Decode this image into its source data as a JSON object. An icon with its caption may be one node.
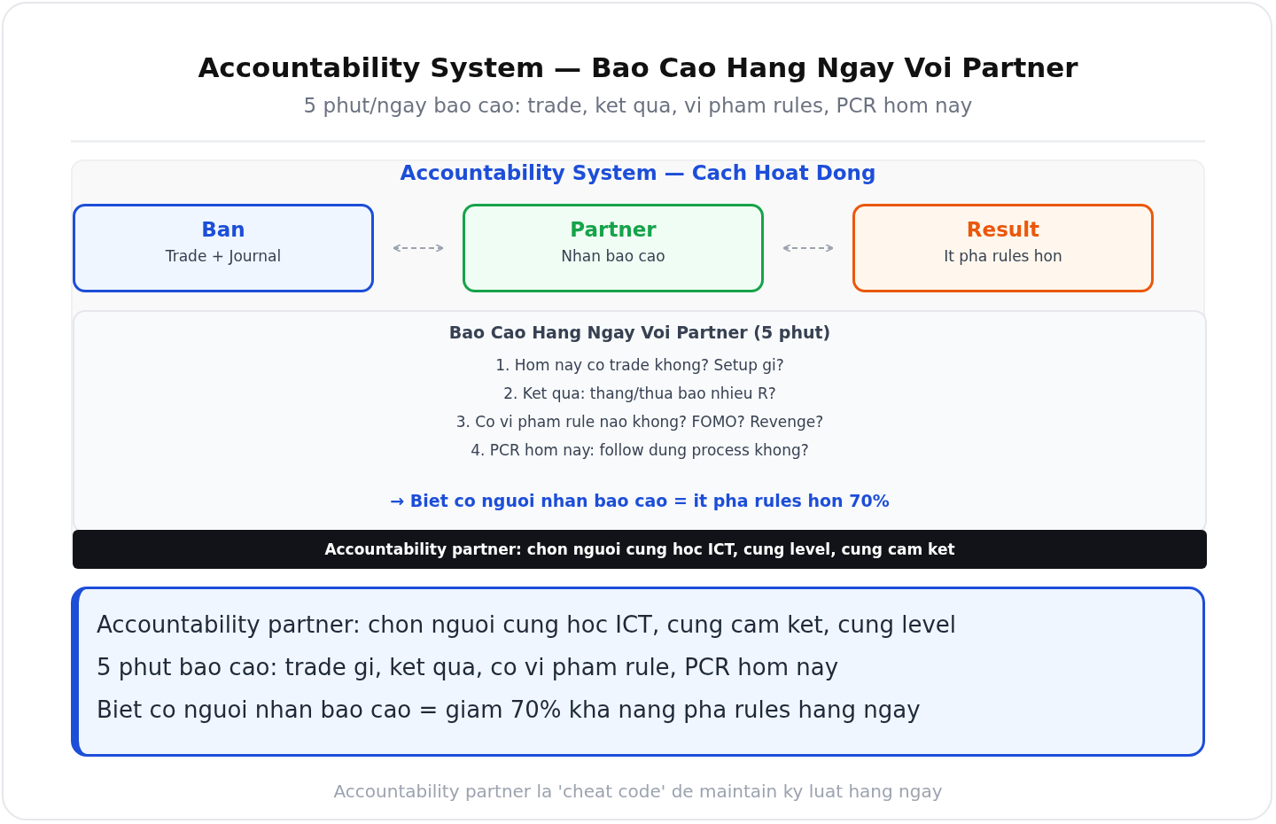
{
  "diagram": {
    "title": "Accountability System — Bao Cao Hang Ngay Voi Partner",
    "caption": "Accountability partner la 'cheat code' de maintain ky luat hang ngay",
    "nodes": [
      {
        "text": [
          "Accountability System — Cach Hoat Dong"
        ]
      },
      {
        "text": [
          "Ban",
          "Trade + Journal"
        ],
        "in": 0
      },
      {
        "text": [
          "Partner",
          "Nhan bao cao"
        ],
        "in": 0
      },
      {
        "text": [
          "Result",
          "It pha rules hon"
        ],
        "in": 0
      },
      {
        "text": [
          "Bao Cao Hang Ngay Voi Partner (5 phut)",
          "1. Hom nay co trade khong? Setup gi?",
          "2. Ket qua: thang/thua bao nhieu R?",
          "3. Co vi pham rule nao khong? FOMO? Revenge?",
          "4. PCR hom nay: follow dung process khong?",
          "→ Biet co nguoi nhan bao cao = it pha rules hon 70%"
        ],
        "in": 0
      },
      {
        "text": [
          "Accountability partner: chon nguoi cung hoc ICT, cung level, cung cam ket"
        ],
        "in": 0
      },
      {
        "text": [
          "Accountability partner: chon nguoi cung hoc ICT, cung cam ket, cung level",
          "5 phut bao cao: trade gi, ket qua, co vi pham rule, PCR hom nay",
          "Biet co nguoi nhan bao cao = giam 70% kha nang pha rules hang ngay"
        ]
      }
    ],
    "edges": [
      {
        "from": 1,
        "to": 2,
        "arrow": "both",
        "style": "dashed"
      },
      {
        "from": 2,
        "to": 3,
        "arrow": "both",
        "style": "dashed"
      }
    ],
    "labels": [
      "5 phut/ngay bao cao: trade, ket qua, vi pham rules, PCR hom nay"
    ]
  }
}
